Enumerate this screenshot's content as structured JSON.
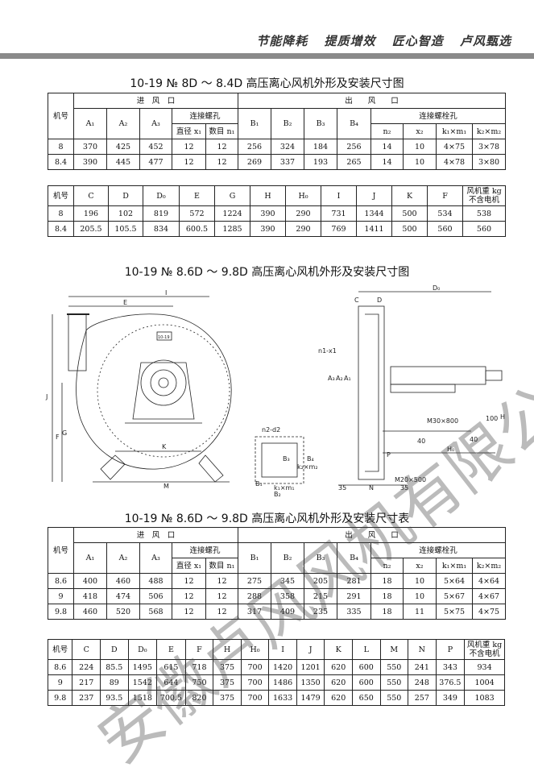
{
  "header": {
    "slogans": [
      "节能降耗",
      "提质增效",
      "匠心智造",
      "卢风甄选"
    ]
  },
  "table1": {
    "title": "10-19 № 8D ～ 8.4D 高压离心风机外形及安装尺寸图",
    "h_machine": "机号",
    "h_inlet": "进　风　口",
    "h_outlet": "出　　风　　口",
    "h_inlet_bolt": "连接螺孔",
    "h_outlet_bolt": "连接螺栓孔",
    "cols": [
      "A₁",
      "A₂",
      "A₃",
      "直径 x₁",
      "数目 n₁",
      "B₁",
      "B₂",
      "B₃",
      "B₄",
      "n₂",
      "x₂",
      "k₁×m₁",
      "k₂×m₂"
    ],
    "rows": [
      [
        "8",
        "370",
        "425",
        "452",
        "12",
        "12",
        "256",
        "324",
        "184",
        "256",
        "14",
        "10",
        "4×75",
        "3×78"
      ],
      [
        "8.4",
        "390",
        "445",
        "477",
        "12",
        "12",
        "269",
        "337",
        "193",
        "265",
        "14",
        "10",
        "4×78",
        "3×80"
      ]
    ]
  },
  "table2": {
    "cols": [
      "机号",
      "C",
      "D",
      "D₀",
      "E",
      "G",
      "H",
      "H₀",
      "I",
      "J",
      "K",
      "F",
      "风机重 kg 不含电机"
    ],
    "rows": [
      [
        "8",
        "196",
        "102",
        "819",
        "572",
        "1224",
        "390",
        "290",
        "731",
        "1344",
        "500",
        "534",
        "538"
      ],
      [
        "8.4",
        "205.5",
        "105.5",
        "834",
        "600.5",
        "1285",
        "390",
        "290",
        "769",
        "1411",
        "500",
        "560",
        "560"
      ]
    ]
  },
  "drawing": {
    "title": "10-19 № 8.6D ～ 9.8D 高压离心风机外形及安装尺寸图",
    "labels": {
      "E": "E",
      "I": "I",
      "J": "J",
      "F": "F",
      "K": "K",
      "M": "M",
      "G": "G",
      "C": "C",
      "D": "D",
      "D0": "D₀",
      "n1x1": "n1-x1",
      "A1": "A₁",
      "A2": "A₂",
      "A3": "A₃",
      "n2d2": "n2-d2",
      "B1": "B₁",
      "B2": "B₂",
      "B3": "B₃",
      "B4": "B₄",
      "k2m2": "k₂×m₂",
      "k1m1": "k₁×m₁",
      "M30": "M30×800",
      "M20": "M20×500",
      "d40a": "40",
      "d40b": "40",
      "d100": "100",
      "H": "H",
      "H0": "H₀",
      "P": "P",
      "N": "N",
      "d35a": "35",
      "d35b": "35",
      "nameplate": "10-19"
    }
  },
  "table3": {
    "title": "10-19 № 8.6D ～ 9.8D 高压离心风机外形及安装尺寸表",
    "h_machine": "机号",
    "h_inlet": "进　风　口",
    "h_outlet": "出　　风　　口",
    "h_inlet_bolt": "连接螺孔",
    "h_outlet_bolt": "连接螺栓孔",
    "cols": [
      "A₁",
      "A₂",
      "A₃",
      "直径 x₁",
      "数目 n₁",
      "B₁",
      "B₂",
      "B₃",
      "B₄",
      "n₂",
      "x₂",
      "k₁×m₁",
      "k₂×m₂"
    ],
    "rows": [
      [
        "8.6",
        "400",
        "460",
        "488",
        "12",
        "12",
        "275",
        "345",
        "205",
        "281",
        "18",
        "10",
        "5×64",
        "4×64"
      ],
      [
        "9",
        "418",
        "474",
        "506",
        "12",
        "12",
        "288",
        "358",
        "215",
        "291",
        "18",
        "10",
        "5×67",
        "4×67"
      ],
      [
        "9.8",
        "460",
        "520",
        "568",
        "12",
        "12",
        "317",
        "409",
        "235",
        "335",
        "18",
        "11",
        "5×75",
        "4×75"
      ]
    ]
  },
  "table4": {
    "cols": [
      "机号",
      "C",
      "D",
      "D₀",
      "E",
      "F",
      "H",
      "H₀",
      "I",
      "J",
      "K",
      "L",
      "M",
      "N",
      "P",
      "风机重 kg 不含电机"
    ],
    "rows": [
      [
        "8.6",
        "224",
        "85.5",
        "1495",
        "615",
        "718",
        "375",
        "700",
        "1420",
        "1201",
        "620",
        "600",
        "550",
        "241",
        "343",
        "934"
      ],
      [
        "9",
        "217",
        "89",
        "1542",
        "644",
        "750",
        "375",
        "700",
        "1486",
        "1350",
        "620",
        "600",
        "550",
        "248",
        "376.5",
        "1004"
      ],
      [
        "9.8",
        "237",
        "93.5",
        "1518",
        "700.5",
        "820",
        "375",
        "700",
        "1633",
        "1479",
        "620",
        "650",
        "550",
        "257",
        "349",
        "1083"
      ]
    ]
  },
  "watermark": "安徽卢风风机有限公司"
}
